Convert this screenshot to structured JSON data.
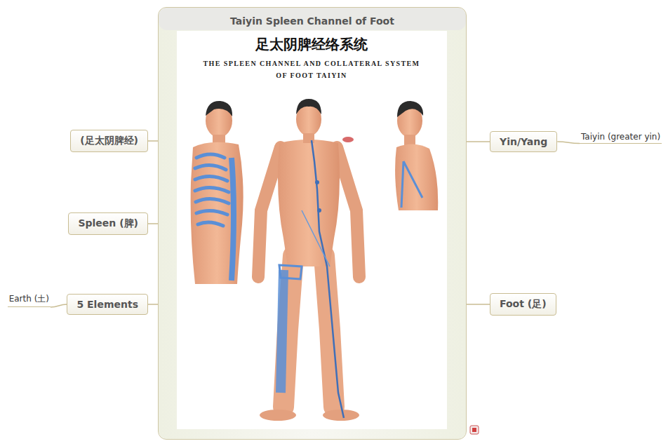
{
  "diagram": {
    "nodes": [
      {
        "text": [
          "Taiyin Spleen Channel of Foot"
        ]
      },
      {
        "text": [
          "(足太阴脾经)"
        ]
      },
      {
        "text": [
          "Spleen (脾)"
        ]
      },
      {
        "text": [
          "5 Elements"
        ]
      },
      {
        "text": [
          "Earth (土)"
        ]
      },
      {
        "text": [
          "Yin/Yang"
        ]
      },
      {
        "text": [
          "Taiyin (greater yin)"
        ]
      },
      {
        "text": [
          "Foot (足)"
        ]
      }
    ],
    "edges": [
      {
        "from": 0,
        "to": 1,
        "arrow": "none"
      },
      {
        "from": 0,
        "to": 2,
        "arrow": "none"
      },
      {
        "from": 0,
        "to": 3,
        "arrow": "none"
      },
      {
        "from": 3,
        "to": 4,
        "arrow": "none"
      },
      {
        "from": 0,
        "to": 5,
        "arrow": "none"
      },
      {
        "from": 5,
        "to": 6,
        "arrow": "none"
      },
      {
        "from": 0,
        "to": 7,
        "arrow": "none"
      }
    ],
    "labels": [
      "足太阴脾经络系统",
      "THE SPLEEN CHANNEL AND COLLATERAL SYSTEM OF FOOT TAIYIN"
    ]
  }
}
